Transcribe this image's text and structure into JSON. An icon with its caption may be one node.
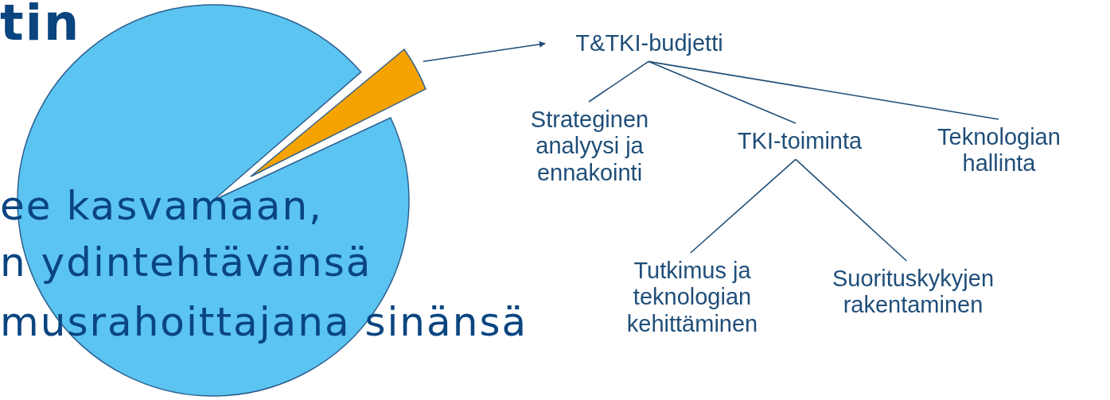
{
  "diagram": {
    "nodes": [
      {
        "text": [],
        "shape": "wedge"
      },
      {
        "text": [
          "T&TKI-budjetti"
        ]
      },
      {
        "text": [
          "Strateginen analyysi ja ennakointi"
        ]
      },
      {
        "text": [
          "TKI-toiminta"
        ]
      },
      {
        "text": [
          "Teknologian hallinta"
        ]
      },
      {
        "text": [
          "Tutkimus ja teknologian kehittäminen"
        ]
      },
      {
        "text": [
          "Suorituskykyjen rakentaminen"
        ]
      }
    ],
    "edges": [
      {
        "from": 0,
        "to": 1,
        "arrow": "to"
      },
      {
        "from": 1,
        "to": 2,
        "arrow": "none"
      },
      {
        "from": 1,
        "to": 3,
        "arrow": "none"
      },
      {
        "from": 1,
        "to": 4,
        "arrow": "none"
      },
      {
        "from": 3,
        "to": 5,
        "arrow": "none"
      },
      {
        "from": 3,
        "to": 6,
        "arrow": "none"
      }
    ],
    "labels": [
      "tin",
      "ee kasvamaan,",
      "n ydintehtävänsä",
      "musrahoittajana sinänsä"
    ]
  }
}
